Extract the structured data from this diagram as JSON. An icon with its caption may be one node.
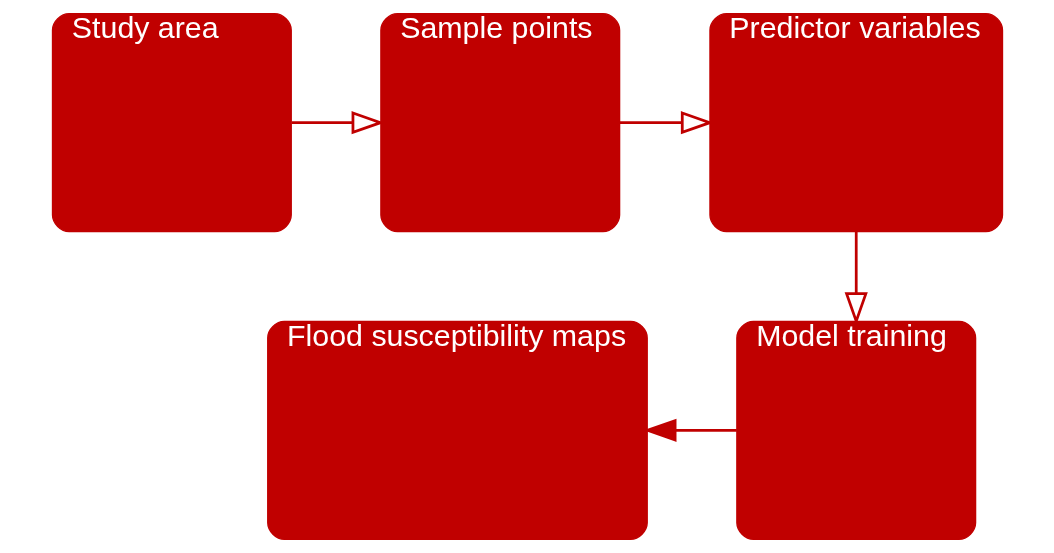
{
  "diagram": {
    "nodes": [
      {
        "text": [
          "Study area"
        ]
      },
      {
        "text": [
          "Sample points"
        ]
      },
      {
        "text": [
          "Predictor variables"
        ]
      },
      {
        "text": [
          "Model training"
        ]
      },
      {
        "text": [
          "Flood susceptibility maps"
        ]
      }
    ],
    "edges": [
      {
        "from": 0,
        "to": 1,
        "arrow": "to"
      },
      {
        "from": 1,
        "to": 2,
        "arrow": "to"
      },
      {
        "from": 2,
        "to": 3,
        "arrow": "to"
      },
      {
        "from": 3,
        "to": 4,
        "arrow": "to"
      }
    ]
  }
}
